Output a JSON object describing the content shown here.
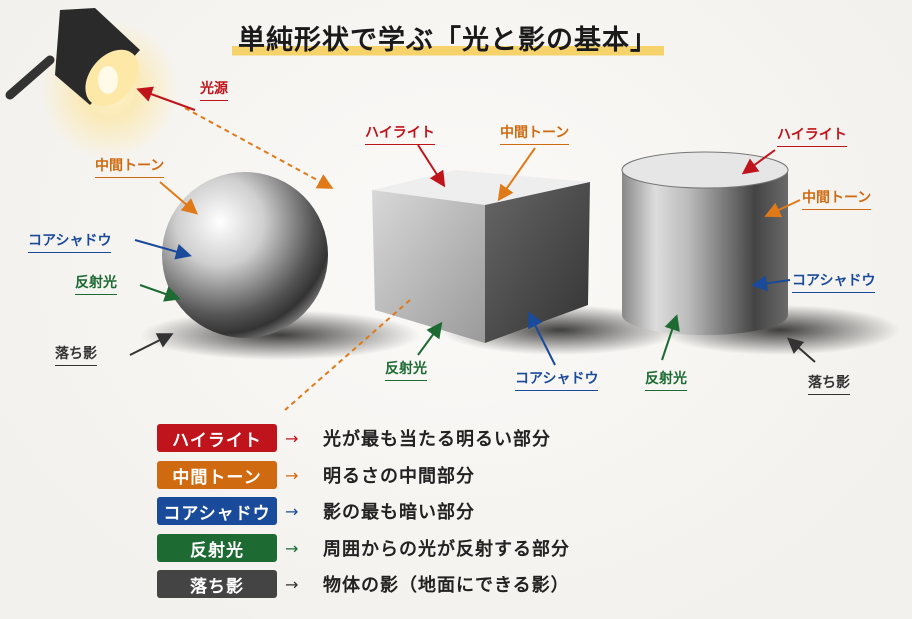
{
  "title": "単純形状で学ぶ「光と影の基本」",
  "light_source_label": "光源",
  "sphere": {
    "midtone": "中間トーン",
    "core_shadow": "コアシャドウ",
    "reflected_light": "反射光",
    "cast_shadow": "落ち影"
  },
  "cube": {
    "highlight": "ハイライト",
    "midtone": "中間トーン",
    "reflected_light": "反射光",
    "core_shadow": "コアシャドウ"
  },
  "cylinder": {
    "highlight": "ハイライト",
    "midtone": "中間トーン",
    "core_shadow": "コアシャドウ",
    "reflected_light": "反射光",
    "cast_shadow": "落ち影"
  },
  "legend": [
    {
      "label": "ハイライト",
      "desc": "光が最も当たる明るい部分",
      "color": "#c0141c"
    },
    {
      "label": "中間トーン",
      "desc": "明るさの中間部分",
      "color": "#d06a10"
    },
    {
      "label": "コアシャドウ",
      "desc": "影の最も暗い部分",
      "color": "#1a4a9a"
    },
    {
      "label": "反射光",
      "desc": "周囲からの光が反射する部分",
      "color": "#1d6b33"
    },
    {
      "label": "落ち影",
      "desc": "物体の影（地面にできる影）",
      "color": "#444444"
    }
  ],
  "arrow_glyph": "→"
}
